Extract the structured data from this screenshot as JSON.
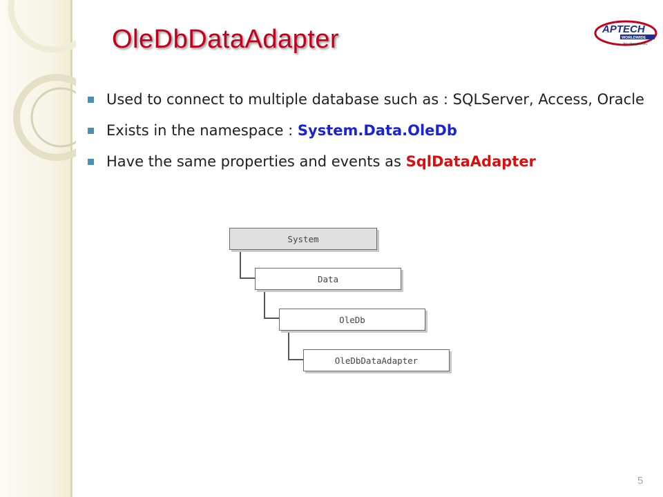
{
  "slide": {
    "title": "OleDbDataAdapter",
    "page_number": "5"
  },
  "logo": {
    "brand": "APTECH",
    "sub": "WORLDWIDE",
    "tagline": "We change lives"
  },
  "bullets": [
    {
      "text": "Used to connect  to multiple  database such as : SQLServer, Access, Oracle"
    },
    {
      "text": "Exists in the namespace :  ",
      "highlight": "System.Data.OleDb",
      "highlight_color": "#1a23d6"
    },
    {
      "text": "Have the same properties and events as ",
      "highlight": "SqlDataAdapter",
      "highlight_color": "#d80f0f"
    }
  ],
  "hierarchy": {
    "nodes": [
      "System",
      "Data",
      "OleDb",
      "OleDbDataAdapter"
    ]
  },
  "colors": {
    "title": "#c0001c",
    "bullet_marker": "#4a8fb7",
    "root_fill": "#e0e0e0"
  }
}
